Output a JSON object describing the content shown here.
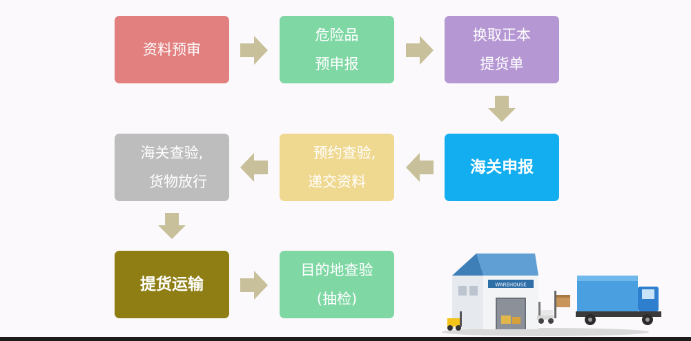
{
  "steps": [
    {
      "id": "s1",
      "lines": [
        "资料预审"
      ],
      "color": "#e27f7f"
    },
    {
      "id": "s2",
      "lines": [
        "危险品",
        "预申报"
      ],
      "color": "#7fd7a4"
    },
    {
      "id": "s3",
      "lines": [
        "换取正本",
        "提货单"
      ],
      "color": "#b597d3"
    },
    {
      "id": "s4",
      "lines": [
        "海关申报"
      ],
      "color": "#13aef0"
    },
    {
      "id": "s5",
      "lines": [
        "预约查验,",
        "递交资料"
      ],
      "color": "#efd88f"
    },
    {
      "id": "s6",
      "lines": [
        "海关查验,",
        "货物放行"
      ],
      "color": "#bdbdbd"
    },
    {
      "id": "s7",
      "lines": [
        "提货运输"
      ],
      "color": "#8f7e14"
    },
    {
      "id": "s8",
      "lines": [
        "目的地查验",
        "(抽检)"
      ],
      "color": "#7fd7a4"
    }
  ],
  "arrow_color": "#c8c09a",
  "illustration": {
    "warehouse_sign": "WAREHOUSE"
  }
}
